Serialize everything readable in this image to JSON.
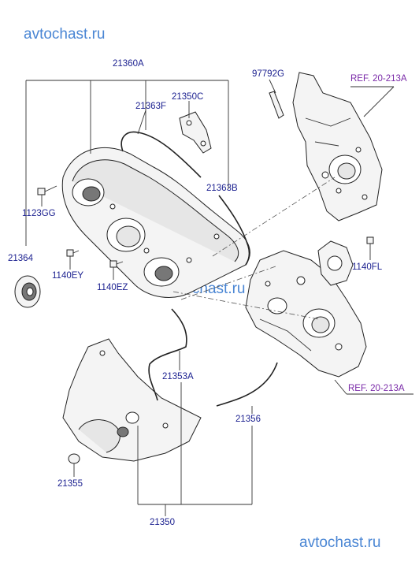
{
  "watermark": "avtochast.ru",
  "labels": {
    "p21360A": "21360A",
    "p21363F": "21363F",
    "p21350C": "21350C",
    "p97792G": "97792G",
    "p21363B": "21363B",
    "p1123GG": "1123GG",
    "p21364": "21364",
    "p1140EY": "1140EY",
    "p1140EZ": "1140EZ",
    "p1140FL": "1140FL",
    "p21353A": "21353A",
    "p21356": "21356",
    "p21355": "21355",
    "p21350": "21350"
  },
  "refs": {
    "ref_top": "REF. 20-213A",
    "ref_bottom": "REF. 20-213A"
  },
  "colors": {
    "label_text": "#1a1f8f",
    "ref_text": "#7a2aa8",
    "watermark": "#4a86d4"
  }
}
